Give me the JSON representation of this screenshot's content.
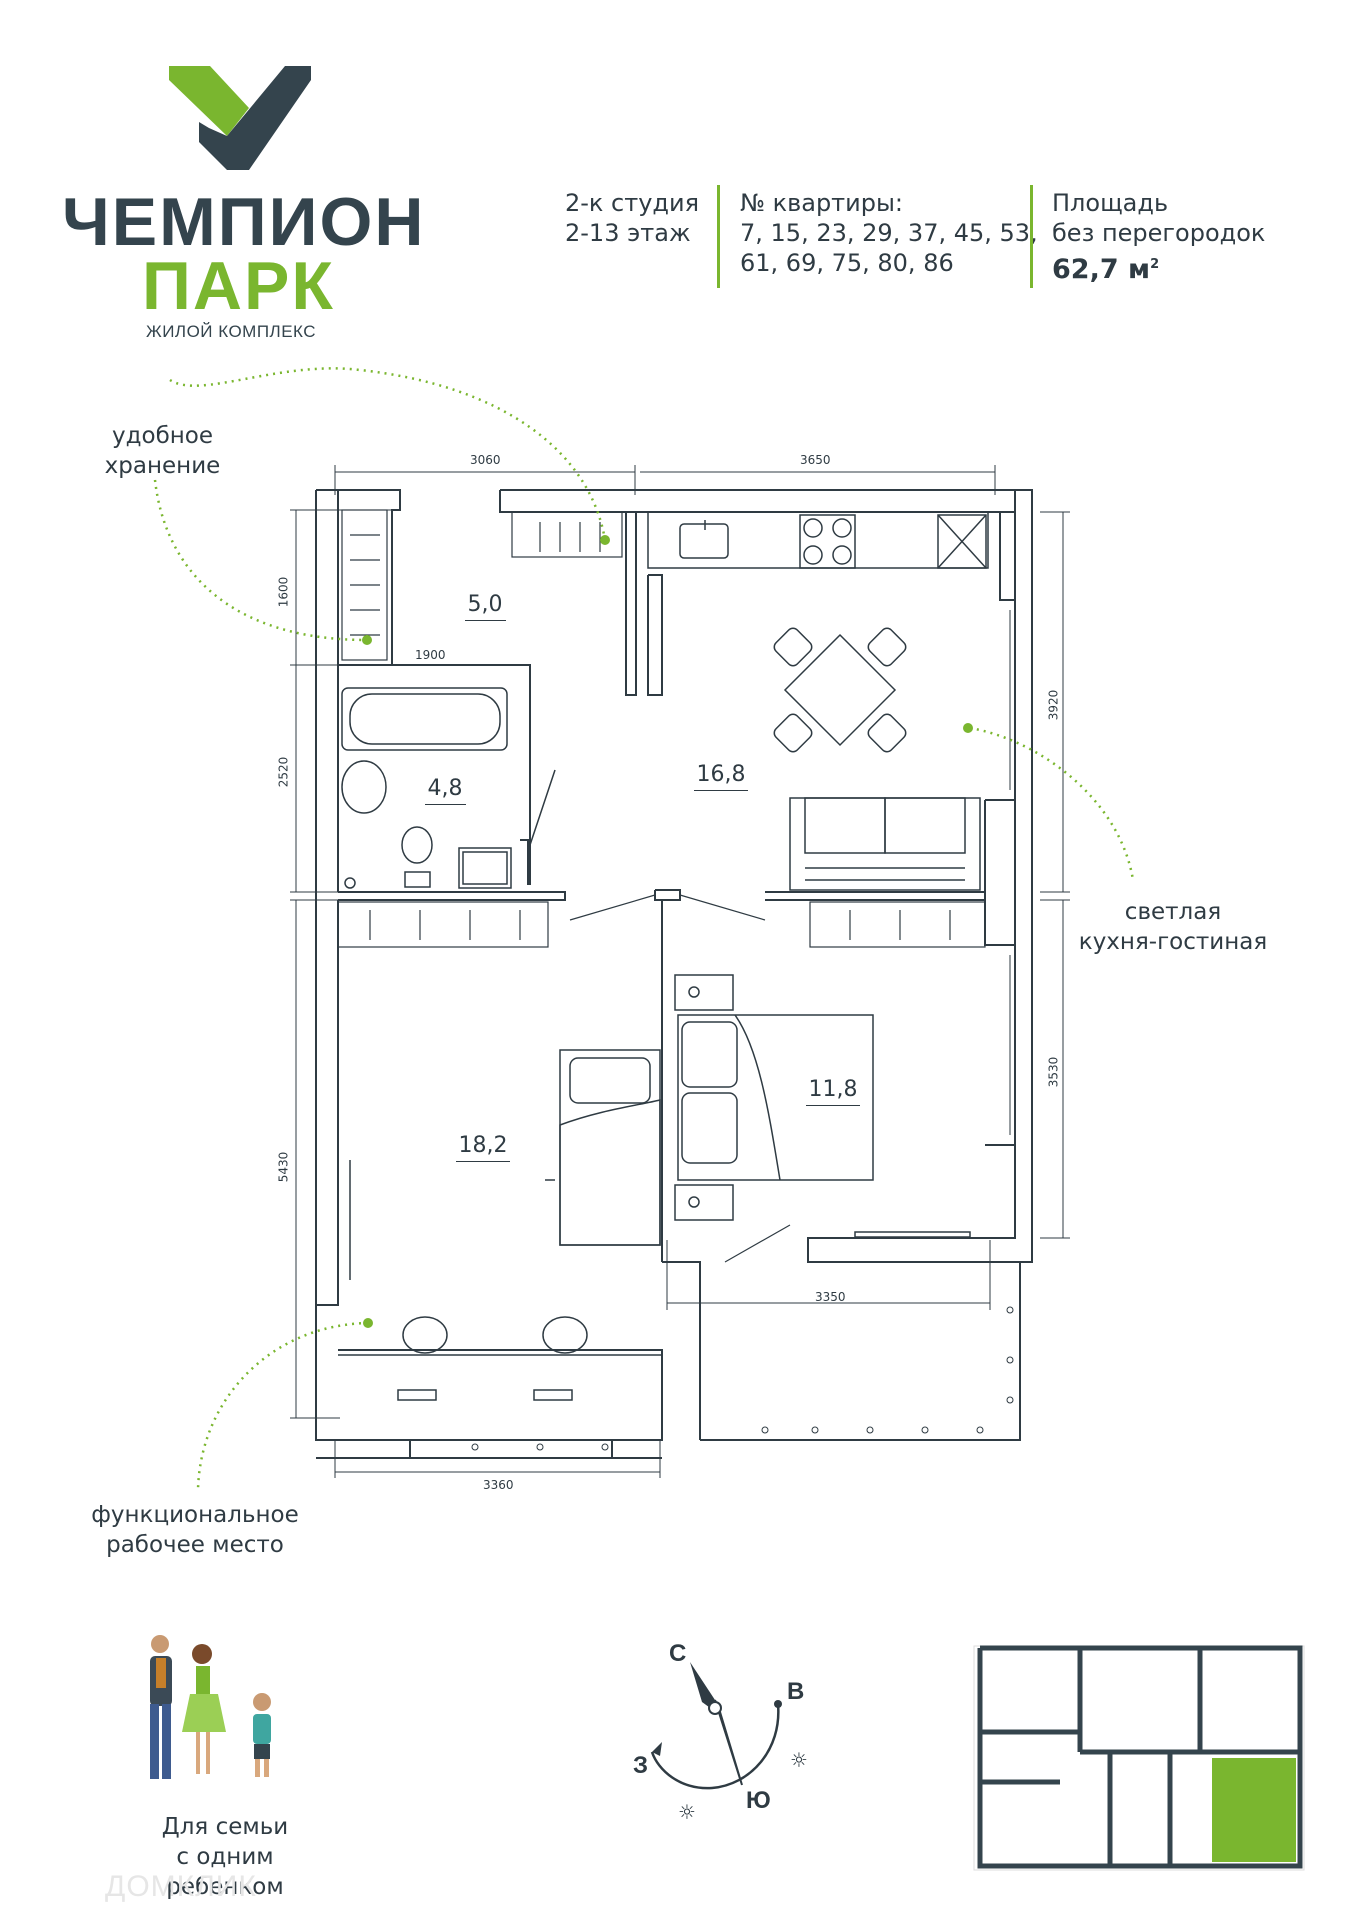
{
  "brand": {
    "name_line1": "ЧЕМПИОН",
    "name_line2": "ПАРК",
    "subtitle": "ЖИЛОЙ КОМПЛЕКС",
    "colors": {
      "green": "#7ab62f",
      "dark": "#34444d"
    }
  },
  "header": {
    "type_line1": "2-к студия",
    "type_line2": "2-13 этаж",
    "apt_label": "№ квартиры:",
    "apt_line1": "7, 15, 23, 29, 37, 45, 53,",
    "apt_line2": "61, 69, 75, 80, 86",
    "area_label1": "Площадь",
    "area_label2": "без перегородок",
    "area_value": "62,7 м",
    "area_unit_sup": "2"
  },
  "callouts": {
    "storage_line1": "удобное",
    "storage_line2": "хранение",
    "kitchen_line1": "светлая",
    "kitchen_line2": "кухня-гостиная",
    "workspace_line1": "функциональное",
    "workspace_line2": "рабочее место"
  },
  "rooms": {
    "storage": "5,0",
    "bathroom": "4,8",
    "kitchen_living": "16,8",
    "bedroom_large": "18,2",
    "bedroom_small": "11,8"
  },
  "dimensions": {
    "top_left": "3060",
    "top_right": "3650",
    "left_storage": "1600",
    "bath_width": "1900",
    "left_bath": "2520",
    "right_kitchen": "3920",
    "left_bedroom": "5430",
    "right_bedroom": "3530",
    "bottom_right": "3350",
    "bottom_left": "3360"
  },
  "family": {
    "line1": "Для семьи",
    "line2": "с одним ребенком"
  },
  "compass": {
    "north": "С",
    "east": "В",
    "west": "З",
    "south": "Ю"
  },
  "watermark": "ДОМКЛИК",
  "icons": [
    "brand-logo-icon",
    "family-icon",
    "compass-icon",
    "sun-icon",
    "floor-plan-key-icon"
  ]
}
